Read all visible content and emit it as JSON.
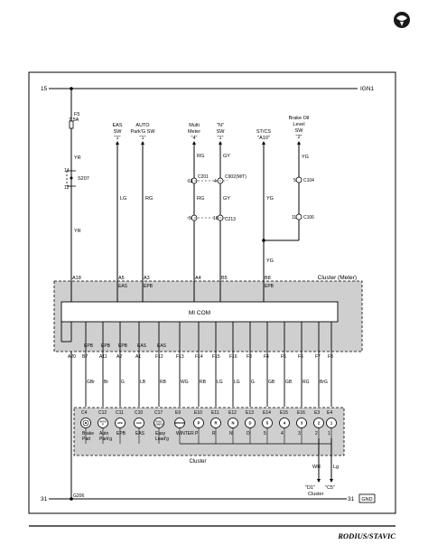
{
  "header": {
    "brand_icon": "ssangyong-logo-icon"
  },
  "footer": {
    "model_name": "RODIUS/STAVIC"
  },
  "rails": {
    "top_left_label": "15",
    "top_right_label": "IGN1",
    "bottom_left_label": "31",
    "bottom_right_label": "31",
    "ground_tag": "GND",
    "ground_splice": "G206"
  },
  "fuse": {
    "name": "F5",
    "rating": "7.5A"
  },
  "splice": {
    "name": "S207",
    "pin_top": "14",
    "pin_bottom": "12"
  },
  "wires": {
    "yr_upper": "YR",
    "yr_lower": "YR",
    "lg": "LG",
    "rg": "RG",
    "rg_upper": "RG",
    "rg_lower": "RG",
    "gy_upper": "GY",
    "gy_lower": "GY",
    "yg_a": "YG",
    "yg_b": "YG",
    "yg_bottom": "YG",
    "wr": "WR",
    "lg_out": "Lg"
  },
  "switches": {
    "eas": [
      "EAS",
      "SW",
      "\"1\""
    ],
    "auto_parkg": [
      "AUTO",
      "Park'G SW",
      "\"1\""
    ],
    "multi_meter": [
      "Multi",
      "Meter",
      "\"4\""
    ],
    "n_sw": [
      "\"N\"",
      "SW",
      "\"1\""
    ],
    "stics": [
      "ST/CS",
      "\"A10\""
    ],
    "brake_oil": [
      "Brake Oil",
      "Level",
      "SW",
      "\"2\""
    ]
  },
  "connectors": {
    "c201": "C201",
    "c201_pin": "13",
    "c902": "C902(M/T)",
    "c902_pin": "4",
    "c213": "C213",
    "c213_pin_left": "5",
    "c213_pin_right": "18",
    "c104": "C104",
    "c104_pin": "5",
    "c106": "C106",
    "c106_pin": "11"
  },
  "meter": {
    "title": "Cluster (Meter)",
    "micom": "MI COM",
    "top_pins": [
      "A18",
      "A5",
      "A3",
      "A4",
      "B5",
      "B8"
    ],
    "top_pin_labels": [
      "EAS",
      "EPB",
      "EPB"
    ],
    "bottom_tags": [
      "EPB",
      "EPB",
      "EPB",
      "EAS",
      "EAS"
    ],
    "bottom_pins": [
      "A20",
      "B7",
      "A11",
      "A2",
      "A1",
      "F12",
      "F13",
      "F14",
      "F15",
      "F16",
      "F3",
      "F4",
      "F5",
      "F6",
      "F7",
      "F8"
    ],
    "wire_colors": [
      "GBr",
      "Br",
      "G",
      "LB",
      "RB",
      "WG",
      "RB",
      "LG",
      "LG",
      "G",
      "GB",
      "GB",
      "RG",
      "BrG"
    ]
  },
  "cluster": {
    "title": "Cluster",
    "pins": [
      "C4",
      "C12",
      "C11",
      "C10",
      "C17",
      "E9",
      "E10",
      "E11",
      "E12",
      "E13",
      "E14",
      "E15",
      "E16",
      "E3",
      "E4"
    ],
    "lamp_icons": [
      "brake-pad-lamp-icon",
      "auto-parkg-lamp-icon",
      "epb-lamp-icon",
      "eas-lamp-icon",
      "easy-loading-lamp-icon",
      "winter-lamp-icon",
      "gear-p-lamp-icon",
      "gear-r-lamp-icon",
      "gear-n-lamp-icon",
      "gear-d-lamp-icon",
      "gear-5-lamp-icon",
      "gear-4-lamp-icon",
      "gear-3-lamp-icon",
      "gear-2-lamp-icon",
      "gear-1-lamp-icon"
    ],
    "lamp_glyphs": [
      "",
      "AUTO P",
      "EPB",
      "EAS",
      "EASY LOAD'G",
      "WINTER",
      "P",
      "R",
      "N",
      "D",
      "5",
      "4",
      "3",
      "2",
      "1"
    ],
    "lamp_names": [
      "Brake Pad",
      "Auto Park'g",
      "EPB",
      "EAS",
      "Easy Load'g",
      "WINTER",
      "P",
      "R",
      "N",
      "D",
      "5",
      "4",
      "3",
      "2",
      "1"
    ]
  },
  "outputs": {
    "left": "\"D1\"",
    "right": "\"C5\"",
    "caption": "Cluster"
  }
}
